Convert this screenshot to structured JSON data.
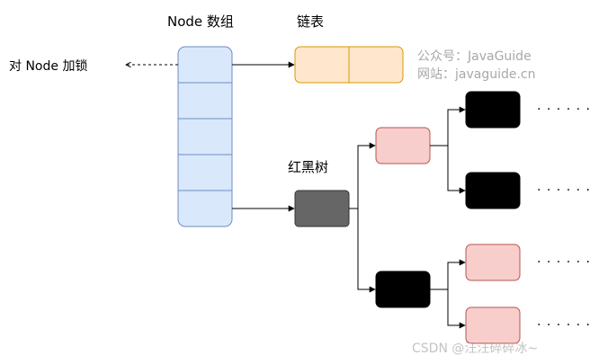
{
  "labels": {
    "node_array": "Node 数组",
    "linked_list": "链表",
    "red_black_tree": "红黑树",
    "lock_node": "对 Node 加锁",
    "ellipsis": "· · · · · · ·"
  },
  "watermark": {
    "line1": "公众号：JavaGuide",
    "line2": "网站：javaguide.cn",
    "csdn": "CSDN @汪汪碎碎冰~"
  },
  "colors": {
    "array_fill": "#dae8fc",
    "array_stroke": "#6c8ebf",
    "list_fill": "#ffe6cc",
    "list_stroke": "#d79b00",
    "red_node_fill": "#f8cecc",
    "red_node_stroke": "#b85450",
    "black_node_fill": "#000000",
    "root_fill": "#666666",
    "root_stroke": "#333333"
  }
}
